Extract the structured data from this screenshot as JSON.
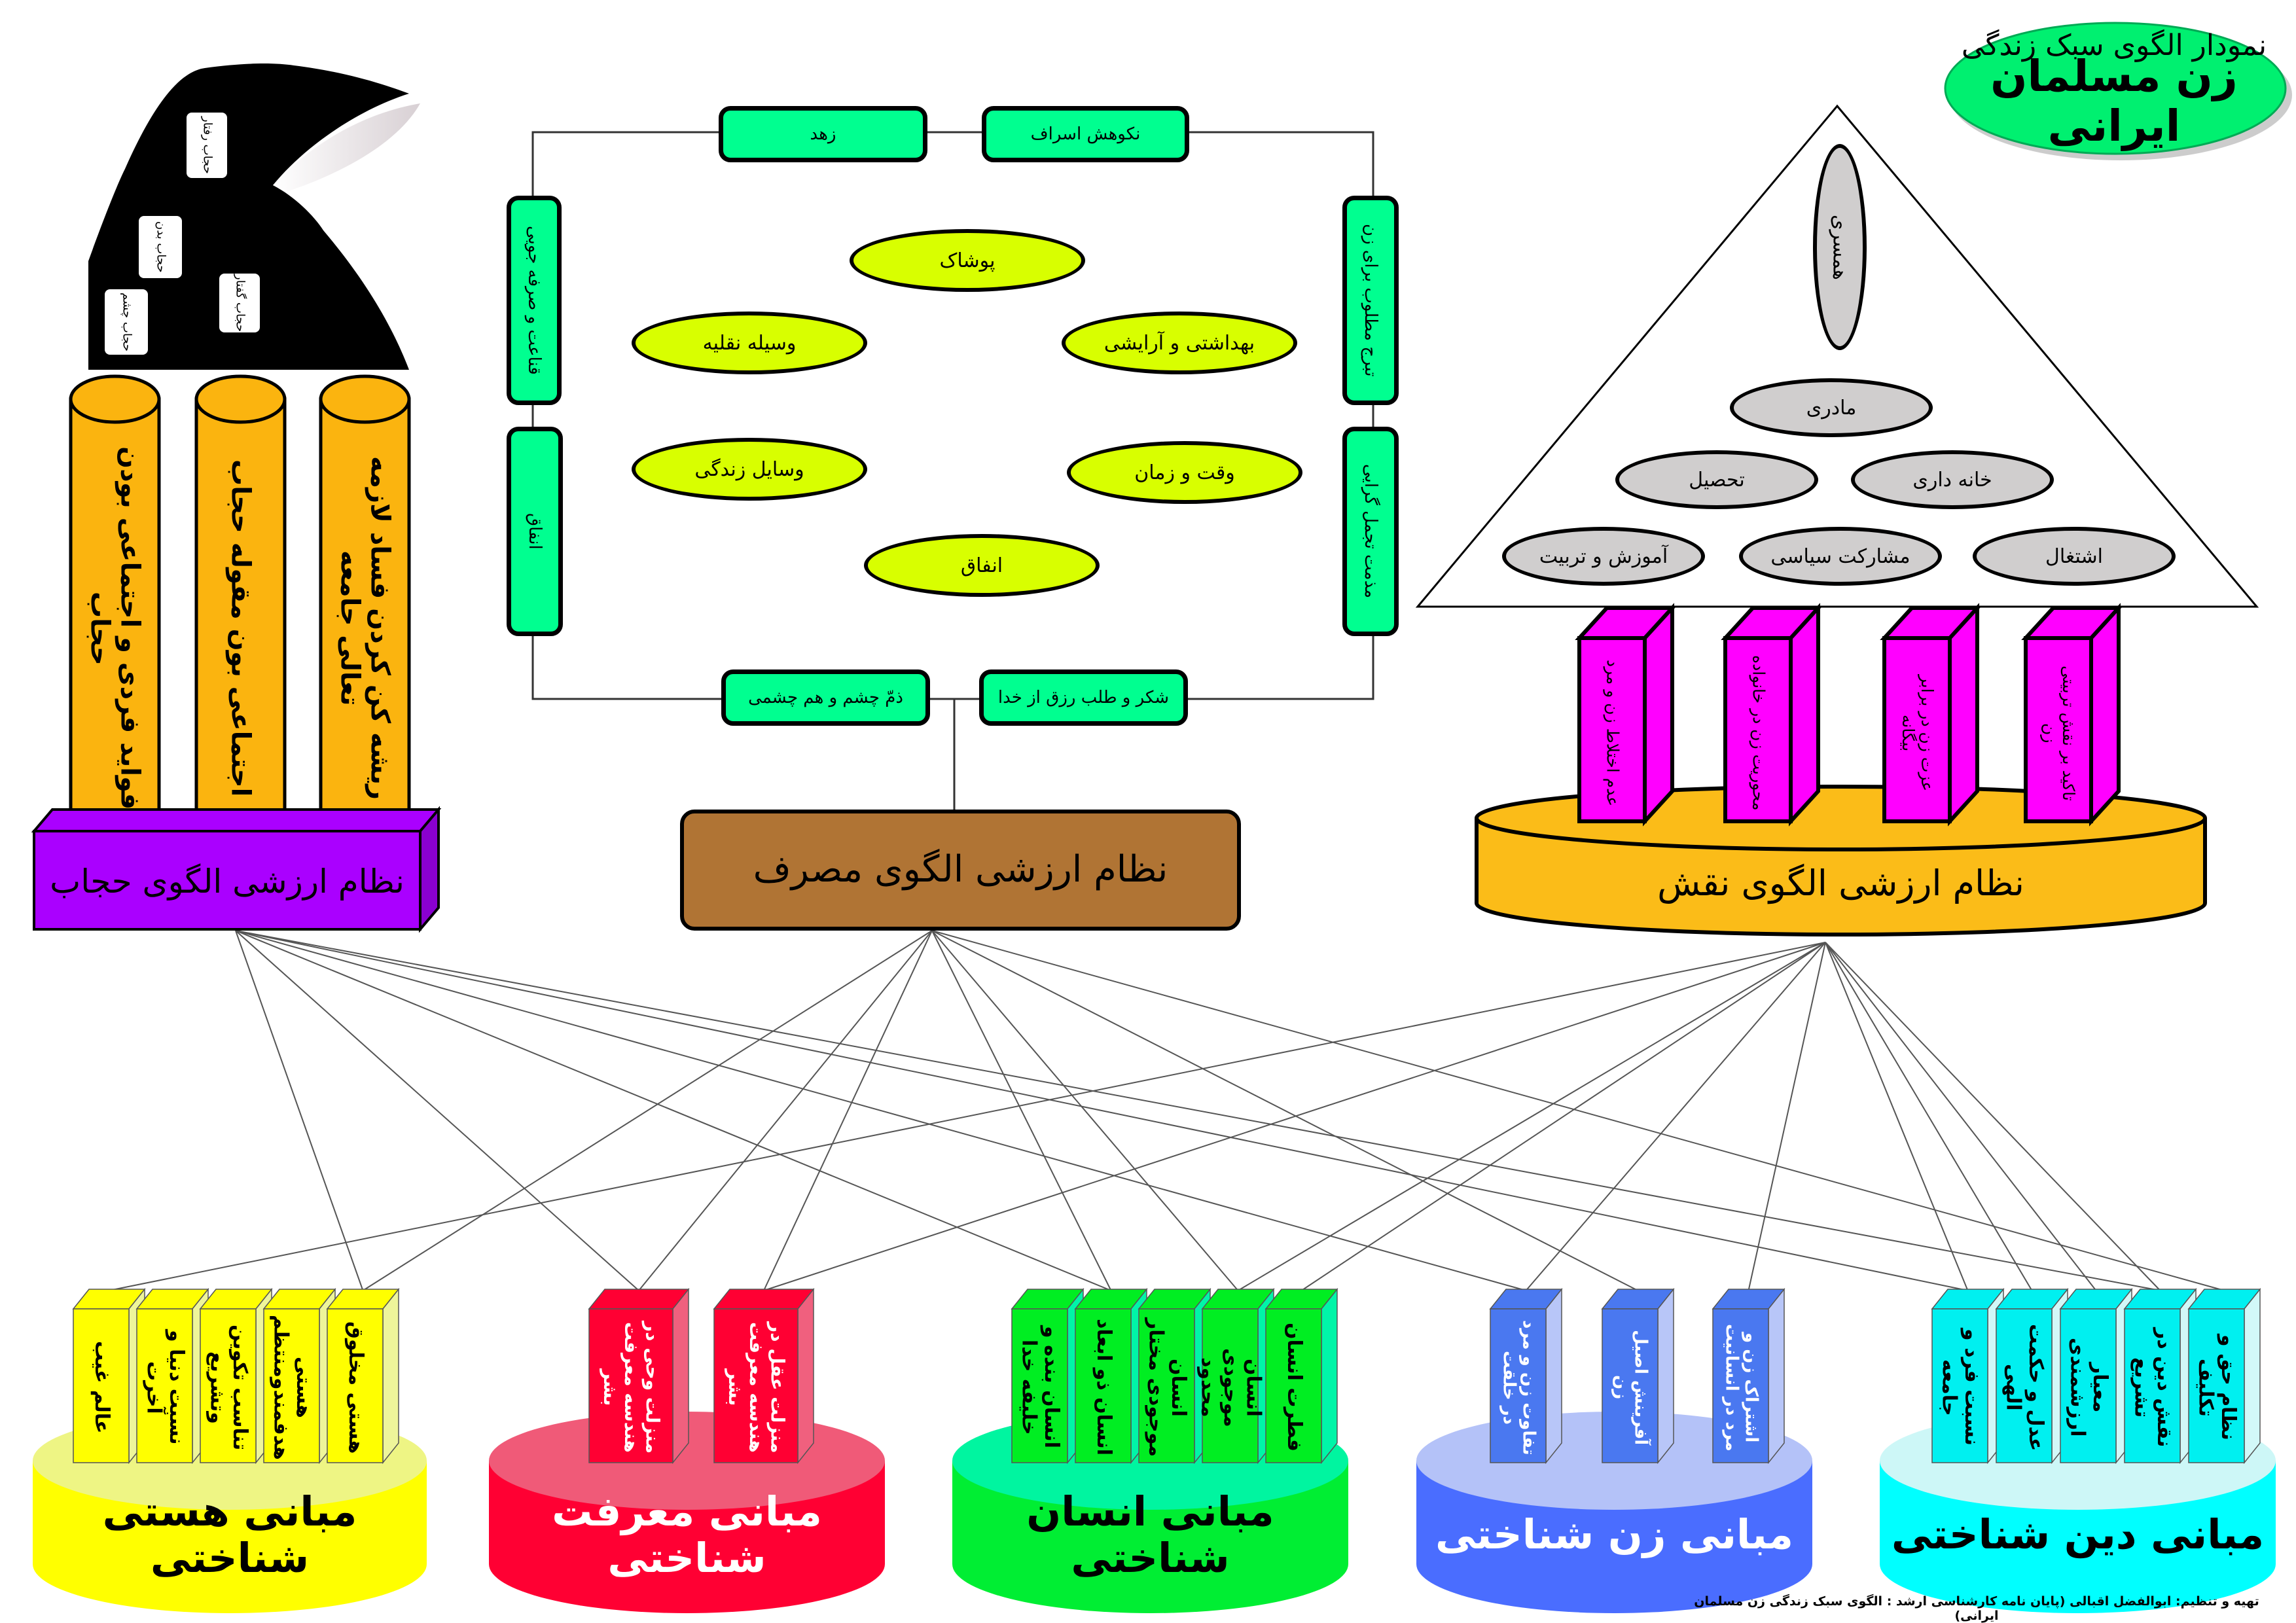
{
  "title": {
    "line1": "نمودار الگوی سبک زندگی",
    "line2": "زن مسلمان ایرانی",
    "color": "#00f070"
  },
  "hijab": {
    "title": "نظام ارزشی الگوی حجاب",
    "box_color": "#aa00ff",
    "puzzle_labels": [
      "حجاب رفتار",
      "حجاب بدن",
      "حجاب گفتار",
      "حجاب چشم"
    ],
    "pillars": [
      "فواید فردی و اجتماعی بودن حجاب",
      "اجتماعی بون مقوله حجاب",
      "ریشه کن کردن فساد لازمه تعالی جامعه"
    ],
    "pillar_color": "#fbb40f"
  },
  "consumption": {
    "title": "نظام ارزشی الگوی مصرف",
    "box_color": "#b07434",
    "frame_color": "#00ff90",
    "frame_items": {
      "top": [
        "زهد",
        "نکوهش اسراف"
      ],
      "left": [
        "قناعت و صرفه جویی",
        "انفاق"
      ],
      "right": [
        "تبرج مطلوب برای زن",
        "مذمت تجمل گرایی"
      ],
      "bottom": [
        "ذمّ چشم و هم چشمی",
        "شکر و طلب رزق از خدا"
      ]
    },
    "ellipse_color": "#d8ff00",
    "ellipses": [
      "پوشاک",
      "وسیله نقلیه",
      "بهداشتی و آرایشی",
      "وسایل زندگی",
      "وقت و زمان",
      "انفاق"
    ]
  },
  "role": {
    "title": "نظام ارزشی الگوی نقش",
    "base_color": "#fbbc18",
    "pyramid_color": "#d0cece",
    "pyramid": [
      "همسری",
      "مادری",
      "تحصیل",
      "خانه داری",
      "آموزش و تربیت",
      "مشارکت سیاسی",
      "اشتغال"
    ],
    "pillar_color": "#ff00ff",
    "pillars": [
      "عدم اختلاط زن و مرد",
      "محوریت زن در خانواده",
      "عزت زن در برابر بیگانه",
      "تاکید بر نقش تربیتی زن"
    ]
  },
  "foundations": [
    {
      "title": "مبانی هستی شناختی",
      "colors": {
        "body": "#ffff00",
        "top": "#eef584",
        "front": "#ffff00",
        "side": "#eef59a",
        "text": "#000000"
      },
      "pillars": [
        "عالم غیب",
        "نسبت دنیا و آخرت",
        "تناسب تکوین وتشریع",
        "هستی هدفمندومنتظم",
        "هستی مخلوق"
      ]
    },
    {
      "title": "مبانی معرفت شناختی",
      "colors": {
        "body": "#ff0033",
        "top": "#f05a78",
        "front": "#ff0033",
        "side": "#f0607e",
        "text": "#ffffff"
      },
      "pillars": [
        "منزلت وحی در هندسه معرفت بشر",
        "منزلت عقل در هندسه معرفت بشر"
      ]
    },
    {
      "title": "مبانی انسان شناختی",
      "colors": {
        "body": "#00ee33",
        "top": "#00f5a0",
        "front": "#00ee22",
        "side": "#00f5a8",
        "text": "#000000"
      },
      "pillars": [
        "انسان بنده و خلیفه خدا",
        "انسان ذو ابعاد",
        "انسان موجودی مختار",
        "انسان موجودی محدود",
        "فطرت انسان"
      ]
    },
    {
      "title": "مبانی زن شناختی",
      "colors": {
        "body": "#4a6dff",
        "top": "#b4c2f8",
        "front": "#4a78f0",
        "side": "#b8c6f8",
        "text": "#ffffff"
      },
      "pillars": [
        "تفاوت زن و مرد در خلقت",
        "آفرینش اصیل زن",
        "اشتراک زن و مرد در انسانیت"
      ]
    },
    {
      "title": "مبانی دین شناختی",
      "colors": {
        "body": "#00ffff",
        "top": "#cdf7f7",
        "front": "#00f0f0",
        "side": "#d2f8f8",
        "text": "#000000"
      },
      "pillars": [
        "نسبت فرد و جامعه",
        "عدل و حکمت الهی",
        "معیار ارزشمندی",
        "نقش دین در تشریع",
        "نظام حق و تکلیف"
      ]
    }
  ],
  "footer": "تهیه و تنظیم: ابوالفضل اقبالی (پایان نامه کارشناسی ارشد : الگوی سبک زندگی زن مسلمان ایرانی)"
}
